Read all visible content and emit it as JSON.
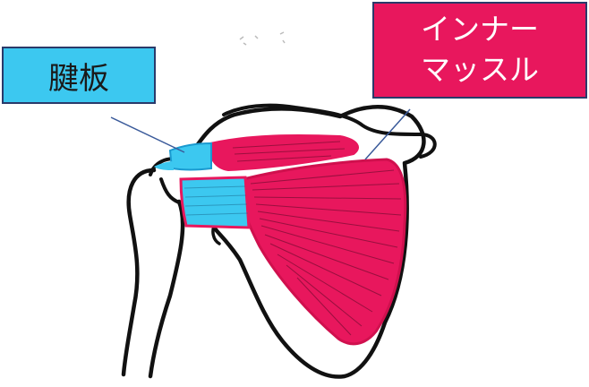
{
  "labels": {
    "tendon_plate": "腱板",
    "inner_muscle_line1": "インナー",
    "inner_muscle_line2": "マッスル"
  },
  "colors": {
    "tendon": "#3cc8f0",
    "muscle": "#e8175d",
    "outline": "#111111",
    "leader": "#3a5a9a",
    "box_border": "#2a3a6a"
  }
}
